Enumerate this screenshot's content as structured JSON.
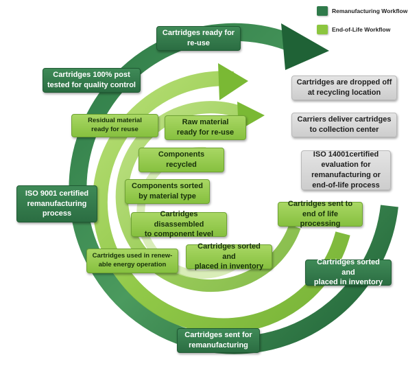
{
  "legend": {
    "remanufacturing": {
      "label": "Remanufacturing Workflow",
      "color": "#2f7a4a"
    },
    "end_of_life": {
      "label": "End-of-Life Workflow",
      "color": "#8cc63f"
    }
  },
  "remanufacturing_steps": [
    {
      "text": "Cartridges sent for\nremanufacturing"
    },
    {
      "text": "ISO 9001 certified\nremanufacturing\nprocess"
    },
    {
      "text": "Cartridges 100% post\ntested for quality control"
    },
    {
      "text": "Cartridges ready for\nre-use"
    },
    {
      "text": "Cartridges sorted and\nplaced in inventory"
    }
  ],
  "end_of_life_steps": [
    {
      "text": "Cartridges sent to\nend of life processing"
    },
    {
      "text": "Cartridges sorted and\nplaced in inventory"
    },
    {
      "text": "Cartridges disassembled\nto component level"
    },
    {
      "text": "Components sorted\nby material type"
    },
    {
      "text": "Components\nrecycled"
    },
    {
      "text": "Raw material\nready for re-use"
    },
    {
      "text": "Residual material\nready for reuse"
    },
    {
      "text": "Cartridges used in renew-\nable energy operation"
    }
  ],
  "shared_steps": [
    {
      "text": "Cartridges are dropped off\nat recycling location"
    },
    {
      "text": "Carriers deliver cartridges\nto collection center"
    },
    {
      "text": "ISO 14001certified\nevaluation for\nremanufacturing or\nend-of-life process"
    }
  ]
}
